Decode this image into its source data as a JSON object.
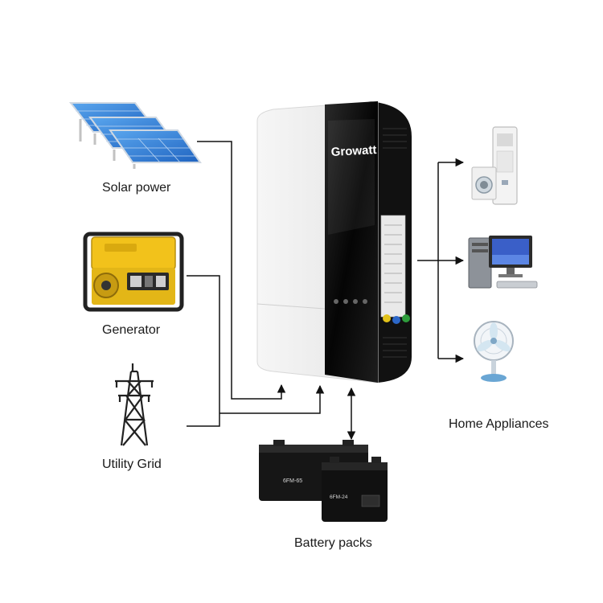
{
  "diagram": {
    "sources": {
      "solar": {
        "label": "Solar power",
        "icon": "solar-panel-icon"
      },
      "generator": {
        "label": "Generator",
        "icon": "generator-icon"
      },
      "grid": {
        "label": "Utility Grid",
        "icon": "power-tower-icon"
      }
    },
    "inverter": {
      "brand": "Growatt",
      "icon": "inverter-icon"
    },
    "battery": {
      "label": "Battery packs",
      "icon": "battery-icon",
      "model_large": "6FM-65",
      "model_small": "6FM-24"
    },
    "loads": {
      "label": "Home Appliances",
      "items": [
        "air-conditioner-icon",
        "computer-icon",
        "fan-icon"
      ]
    },
    "colors": {
      "line": "#111111",
      "panel_blue": "#2f7fd6",
      "generator_yellow": "#f2c21b",
      "inverter_black": "#0d0d0d",
      "battery_black": "#161616"
    }
  }
}
